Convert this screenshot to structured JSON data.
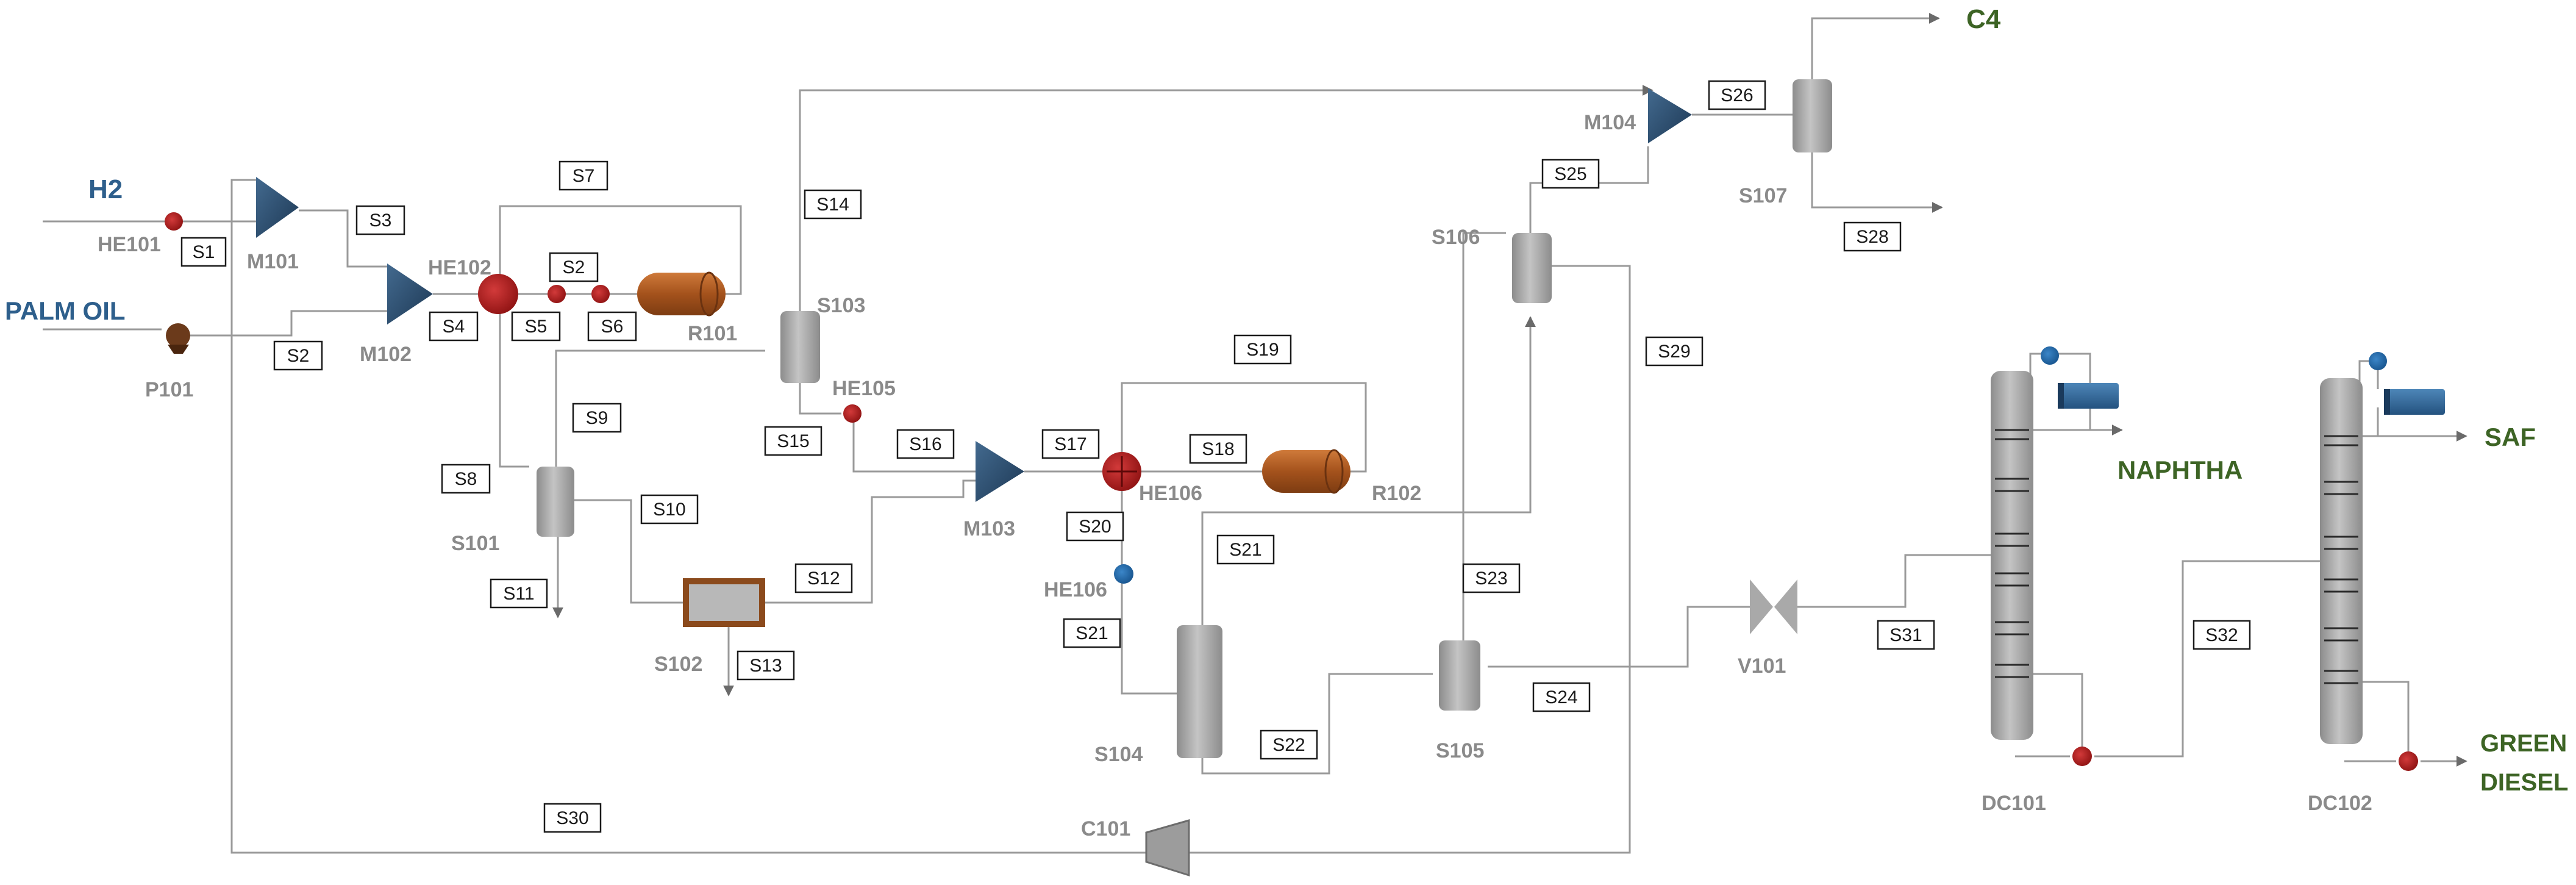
{
  "colors": {
    "line": "#9a9a9a",
    "mixer": "#2f4f6f",
    "heater": "#a01a1a",
    "cooler": "#1f5f9a",
    "reactor": "#b4581d",
    "separator": "#a8a8a8",
    "condenser": "#3b6f9e",
    "feed_text": "#2e5f8c",
    "product_text": "#3d6425"
  },
  "feeds": [
    {
      "id": "h2",
      "label": "H2"
    },
    {
      "id": "palm-oil",
      "label": "PALM OIL"
    }
  ],
  "products": [
    {
      "id": "c4",
      "label": "C4"
    },
    {
      "id": "naphtha",
      "label": "NAPHTHA"
    },
    {
      "id": "saf",
      "label": "SAF"
    },
    {
      "id": "green-diesel-1",
      "label": "GREEN"
    },
    {
      "id": "green-diesel-2",
      "label": "DIESEL"
    }
  ],
  "equipment": [
    {
      "id": "he101",
      "label": "HE101",
      "icon": "heater-icon"
    },
    {
      "id": "m101",
      "label": "M101",
      "icon": "mixer-icon"
    },
    {
      "id": "p101",
      "label": "P101",
      "icon": "pump-icon"
    },
    {
      "id": "m102",
      "label": "M102",
      "icon": "mixer-icon"
    },
    {
      "id": "he102",
      "label": "HE102",
      "icon": "heater-icon"
    },
    {
      "id": "r101",
      "label": "R101",
      "icon": "reactor-icon"
    },
    {
      "id": "s103",
      "label": "S103",
      "icon": "separator-icon"
    },
    {
      "id": "he105",
      "label": "HE105",
      "icon": "heater-icon"
    },
    {
      "id": "s101",
      "label": "S101",
      "icon": "separator-icon"
    },
    {
      "id": "s102",
      "label": "S102",
      "icon": "filter-icon"
    },
    {
      "id": "m103",
      "label": "M103",
      "icon": "mixer-icon"
    },
    {
      "id": "he106a",
      "label": "HE106",
      "icon": "heater-icon"
    },
    {
      "id": "r102",
      "label": "R102",
      "icon": "reactor-icon"
    },
    {
      "id": "he106b",
      "label": "HE106",
      "icon": "cooler-icon"
    },
    {
      "id": "s104",
      "label": "S104",
      "icon": "separator-icon"
    },
    {
      "id": "s105",
      "label": "S105",
      "icon": "separator-icon"
    },
    {
      "id": "s106",
      "label": "S106",
      "icon": "separator-icon"
    },
    {
      "id": "m104",
      "label": "M104",
      "icon": "mixer-icon"
    },
    {
      "id": "s107",
      "label": "S107",
      "icon": "separator-icon"
    },
    {
      "id": "c101",
      "label": "C101",
      "icon": "compressor-icon"
    },
    {
      "id": "v101",
      "label": "V101",
      "icon": "valve-icon"
    },
    {
      "id": "dc101",
      "label": "DC101",
      "icon": "column-icon"
    },
    {
      "id": "dc102",
      "label": "DC102",
      "icon": "column-icon"
    }
  ],
  "streams": [
    {
      "id": "s1",
      "label": "S1"
    },
    {
      "id": "s2a",
      "label": "S2"
    },
    {
      "id": "s2b",
      "label": "S2"
    },
    {
      "id": "s3",
      "label": "S3"
    },
    {
      "id": "s4",
      "label": "S4"
    },
    {
      "id": "s5",
      "label": "S5"
    },
    {
      "id": "s6",
      "label": "S6"
    },
    {
      "id": "s7",
      "label": "S7"
    },
    {
      "id": "s8",
      "label": "S8"
    },
    {
      "id": "s9",
      "label": "S9"
    },
    {
      "id": "s10",
      "label": "S10"
    },
    {
      "id": "s11",
      "label": "S11"
    },
    {
      "id": "s12",
      "label": "S12"
    },
    {
      "id": "s13",
      "label": "S13"
    },
    {
      "id": "s14",
      "label": "S14"
    },
    {
      "id": "s15",
      "label": "S15"
    },
    {
      "id": "s16",
      "label": "S16"
    },
    {
      "id": "s17",
      "label": "S17"
    },
    {
      "id": "s18",
      "label": "S18"
    },
    {
      "id": "s19",
      "label": "S19"
    },
    {
      "id": "s20",
      "label": "S20"
    },
    {
      "id": "s21a",
      "label": "S21"
    },
    {
      "id": "s21b",
      "label": "S21"
    },
    {
      "id": "s22",
      "label": "S22"
    },
    {
      "id": "s23",
      "label": "S23"
    },
    {
      "id": "s24",
      "label": "S24"
    },
    {
      "id": "s25",
      "label": "S25"
    },
    {
      "id": "s26",
      "label": "S26"
    },
    {
      "id": "s28",
      "label": "S28"
    },
    {
      "id": "s29",
      "label": "S29"
    },
    {
      "id": "s30",
      "label": "S30"
    },
    {
      "id": "s31",
      "label": "S31"
    },
    {
      "id": "s32",
      "label": "S32"
    }
  ]
}
